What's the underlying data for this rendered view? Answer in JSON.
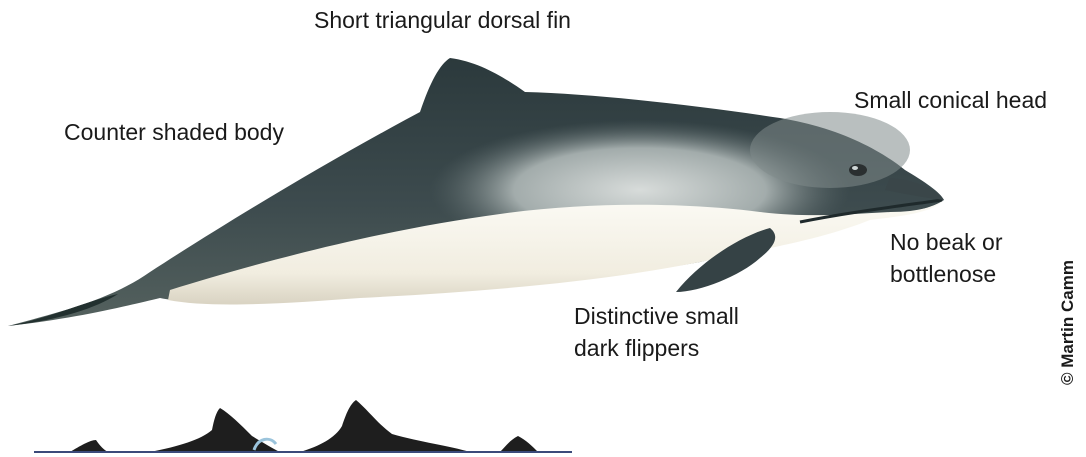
{
  "labels": {
    "dorsal_fin": "Short triangular dorsal fin",
    "body": "Counter shaded body",
    "head": "Small conical head",
    "beak_line1": "No beak or",
    "beak_line2": "bottlenose",
    "flippers_line1": "Distinctive small",
    "flippers_line2": "dark flippers"
  },
  "credit": "© Martin Camm",
  "colors": {
    "back": "#2f3d40",
    "flank": "#6f7c7d",
    "belly": "#f4f1e6",
    "belly_shadow": "#d8d3c4",
    "surfacing_silhouette": "#1e1e1e",
    "waterline": "#3b4a7a",
    "splash": "#9bc4dc"
  }
}
